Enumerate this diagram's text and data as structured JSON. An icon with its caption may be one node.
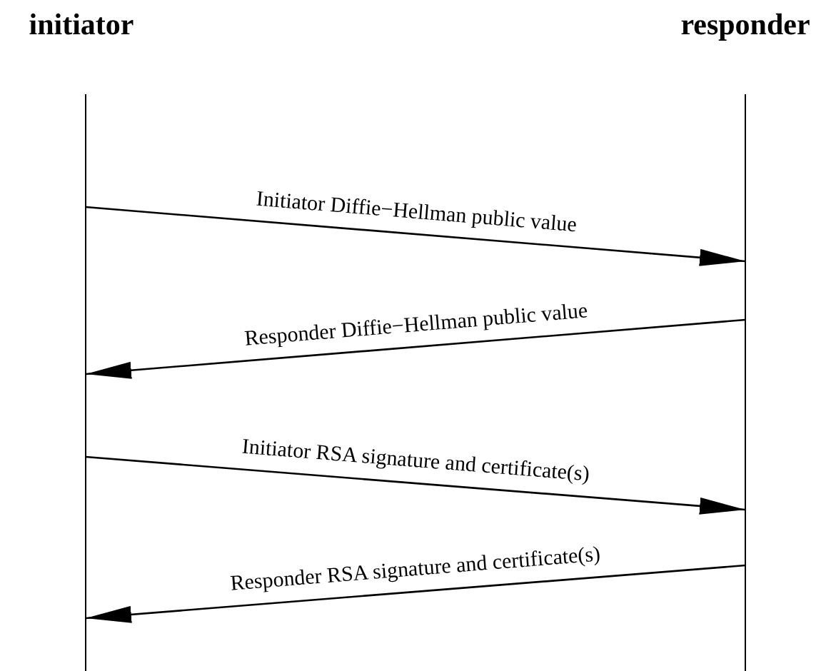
{
  "diagram": {
    "nodes": [
      {
        "text": [
          "initiator"
        ]
      },
      {
        "text": [
          "responder"
        ]
      }
    ],
    "edges": [
      {
        "from": 0,
        "to": 1,
        "arrow": "to",
        "label": "Initiator Diffie−Hellman public value"
      },
      {
        "from": 1,
        "to": 0,
        "arrow": "to",
        "label": "Responder Diffie−Hellman public value"
      },
      {
        "from": 0,
        "to": 1,
        "arrow": "to",
        "label": "Initiator RSA signature and certificate(s)"
      },
      {
        "from": 1,
        "to": 0,
        "arrow": "to",
        "label": "Responder RSA signature and certificate(s)"
      }
    ]
  }
}
